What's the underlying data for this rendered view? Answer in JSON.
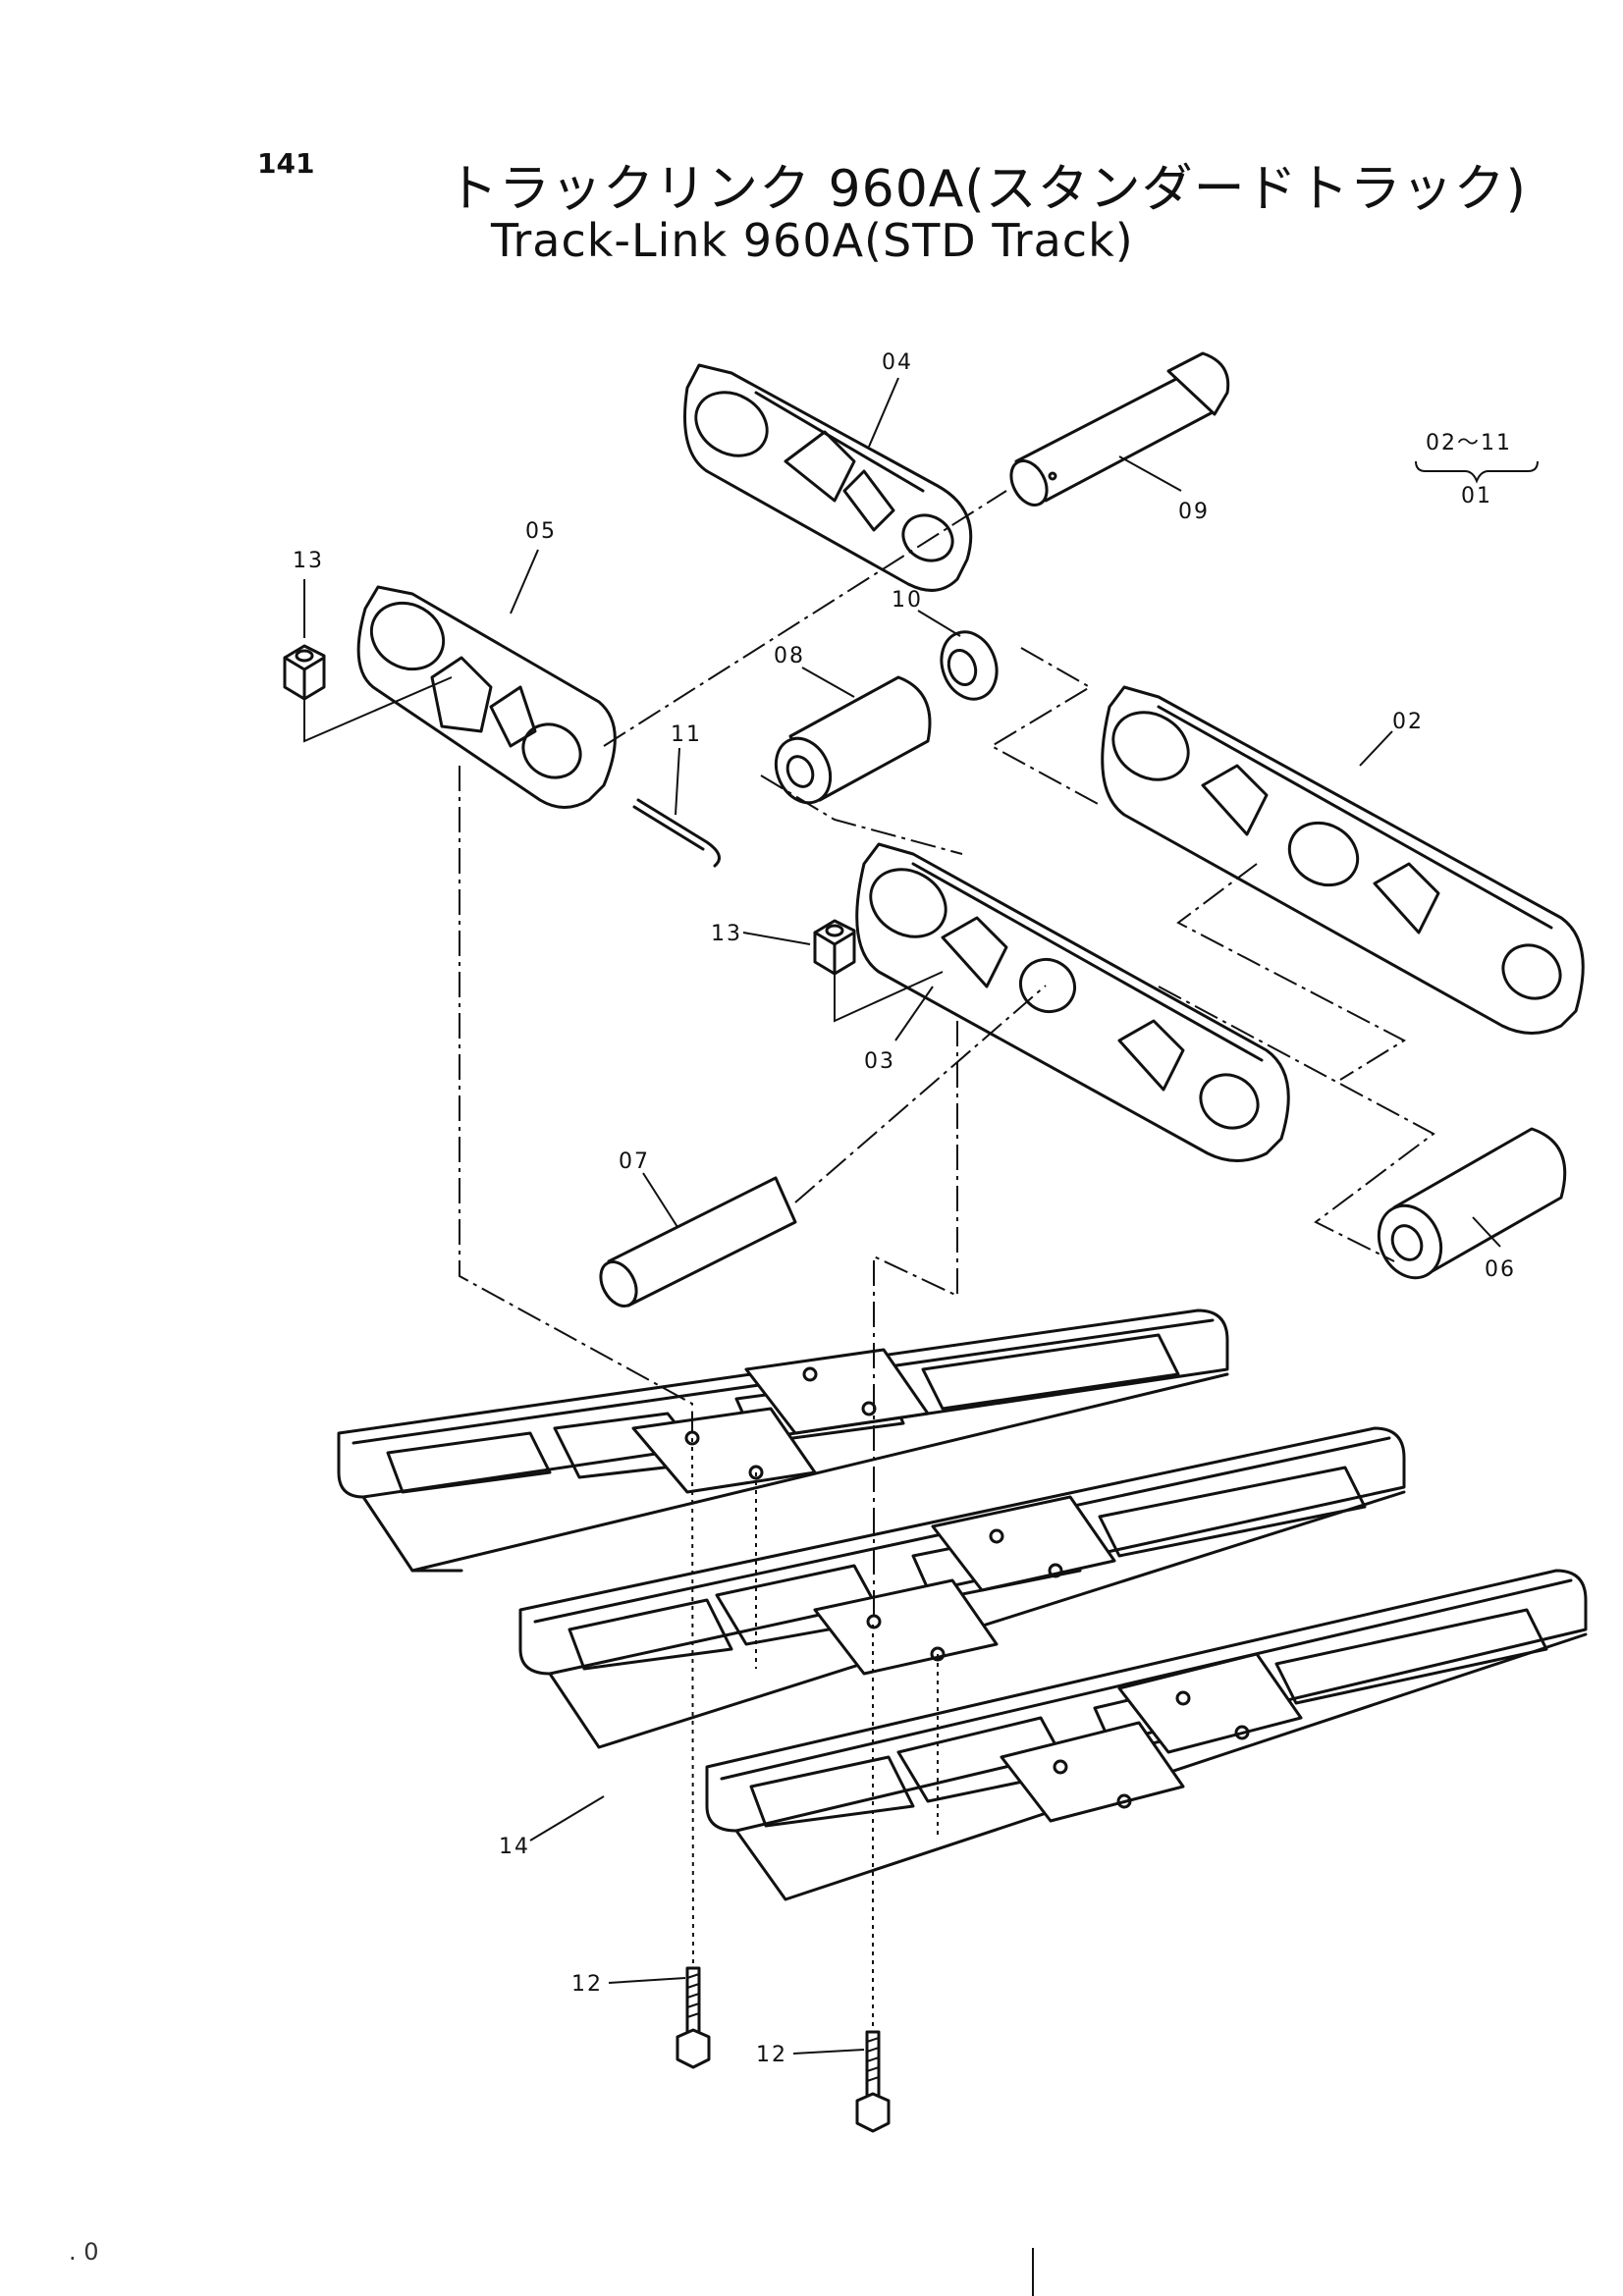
{
  "header": {
    "page_number": "141",
    "title_jp": "トラックリンク 960A(スタンダードトラック)",
    "title_en": "Track-Link 960A(STD Track)"
  },
  "assembly_note": {
    "range": "02〜11",
    "assembly": "01"
  },
  "callouts": {
    "c02": "02",
    "c03": "03",
    "c04": "04",
    "c05": "05",
    "c06": "06",
    "c07": "07",
    "c08": "08",
    "c09": "09",
    "c10": "10",
    "c11": "11",
    "c12a": "12",
    "c12b": "12",
    "c13a": "13",
    "c13b": "13",
    "c14": "14"
  },
  "corner_mark": ". 0"
}
